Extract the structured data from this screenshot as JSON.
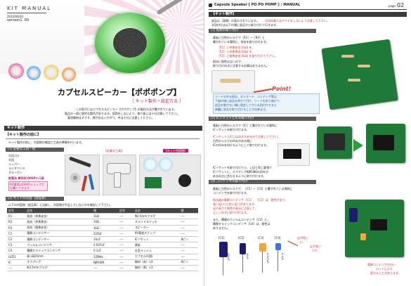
{
  "left": {
    "kit_manual": "KIT MANUAL",
    "date": "2012/06/20",
    "version": "version1. 00",
    "title": "カプセルスピーカー【ポポポンプ】",
    "subtitle": "［ キット製作・設定方法 ］",
    "intro": [
      "この冊子にはカプセルスピーカー【ポポポンプ】の製作方法が書かれています。",
      "製品の一部に鋭利な箇所があります。怪我をしないよう、取り扱いは十分注意して下さい。",
      "電池最終はずさず、熱が出ないかぎり、中は十分に注意しください。"
    ],
    "kit_section": "キット製作",
    "kit_before": "【キット製作の前に】",
    "kit_before_text": "キット製作の前に、内容物の確認と工具の準備を行います。",
    "tools_heading": "[1] 必要な工具・他",
    "tools": [
      "半田ゴテ",
      "半田",
      "ニッパー",
      "ラジオペンチ",
      "グルーガン"
    ],
    "tools_note": "乾電池 単四形(006P)×1個",
    "tools_warn": "9V電池は100円ショップでも購入できます",
    "tag_optional": "【必要な工具】",
    "tag_kit": "【キット内容物】",
    "parts_heading": "[2] キットの内容（部品表）",
    "parts_text": "以下の内容物（部品表）と比較し、内容物が不足していないかを確認して下さい。",
    "parts_header": [
      "記号",
      "品名",
      "値",
      "記号",
      "品名",
      "値"
    ],
    "parts_rows": [
      [
        "R1",
        "抵抗（茶黒赤金）",
        "1kΩ",
        "----",
        "Φ2.5mmプラグ",
        "----"
      ],
      [
        "R2",
        "抵抗（茶黒黒金）",
        "10Ω",
        "----",
        "スライドスイッチ",
        "----"
      ],
      [
        "R3",
        "抵抗（橙黒赤金）",
        "3kΩ",
        "----",
        "スピーカー",
        "----"
      ],
      [
        "C1",
        "電解コンデンサー",
        "220uF",
        "----",
        "9V電池スナップ",
        "----"
      ],
      [
        "C2",
        "電解コンデンサー",
        "10uF",
        "----",
        "ICソケット",
        "8ピン"
      ],
      [
        "C3",
        "フィルムコンデンサ",
        "0.047uF",
        "----",
        "基板",
        "----"
      ],
      [
        "C4",
        "積層セラミックコンデンサ",
        "0.1uF",
        "----",
        "丸型メッシュ",
        "----"
      ],
      [
        "LED1",
        "青 LED5mm",
        "12MHz",
        "----",
        "カプセル(1個)",
        "----"
      ],
      [
        "IC",
        "オペアンプ",
        "NJM386",
        "----",
        "線材（赤）×2",
        "8ピン"
      ],
      [
        "----",
        "Φ3.5mmプラグ",
        "----",
        "----",
        "線材（黒）×3",
        "----"
      ]
    ]
  },
  "right": {
    "page_label": "page",
    "page_number": "02",
    "header_title": "Capsule Speaker [ PO PO POMP ] : MANUAL",
    "section": "【キット製作】",
    "section_note_a": "部品の［表側］の表示されています。",
    "section_note_red": "半田作業ではヤケドをしないよう注意して下さい。",
    "section_note_b": "半田付けは以下の順に部品から取り付けて行きます。",
    "step1": "[1] 抵抗の取り付け",
    "step1_lines": [
      "基板に白色のシルクで［R1］~［R3］と",
      "書かれている場所に、抵抗を取り付けます。",
      "［R1］に茶黒赤金(1kΩ) を、",
      "［R2］に茶黒黒金(10Ω) を、",
      "［R3］に橙黒赤金(3kΩ) を取り付けて下さい。",
      "抵抗に極性はないので、",
      "取り付け向きに注意する必要はありません。"
    ],
    "point": "Point!",
    "step1_point": [
      "リードの余る抵抗、ダイオード、コンデンサ等は",
      "下図の様に部品を寄せて付け、リードを折り曲げて、",
      "部品を動かない様に固定してから半田付けすると",
      "綺麗に部品を取り付けることが出来ます。"
    ],
    "step2": "[2] ICソケットとICの取り付け",
    "step2_lines": [
      "基板に白色のシルクで［IC］と書かれている場所に",
      "ICソケットを取り付けます。"
    ],
    "step2_red": "ICソケットとICには向きがあるので注意して下さい。",
    "step2_red2": "白色のシルクの凹みがある側に",
    "step2_red3": "ICの凹みを向けるようにして取り付けます。",
    "step2_after": [
      "ICソケットを取り付けたら、上記と同じ要領で",
      "ICソケットに、オペアンプNJM386の凹みが",
      "ある向きに合わせるように取り付けます。"
    ],
    "step3": "[3] コンデンサの取り付け",
    "step3_lines": [
      "基板に白色のシルクで、［C1］~［C4］と書かれている場所に",
      "コンデンサを取り付けます。"
    ],
    "step3_red": [
      "抵抗器の電解コンデンサ［C1］、［C2］は、極性があり、",
      "長い足(+)と短い足(-)があります。",
      "足の長さと極性の表示に注意して、",
      "正しい向きに取り付けます。"
    ],
    "step3_more": [
      "また、積層のフィルムコンデンサ［C3］と、",
      "積層セラミックコンデンサ［C4］は、極性は",
      "ありません。"
    ],
    "cap_labels": [
      "[C1]",
      "[C2]",
      "[C3]",
      "[C4]"
    ],
    "cap_values": [
      "220uF",
      "10uF",
      "0.047uF",
      "0.1uF"
    ],
    "minus_leg": "足が短い",
    "minus_sign": "(-)",
    "plus_leg": "足が長い",
    "plus_sign": "(+)",
    "bottom_note": [
      "電解コンデンサの白い",
      "ロットにより",
      "変わることがあります。"
    ]
  }
}
